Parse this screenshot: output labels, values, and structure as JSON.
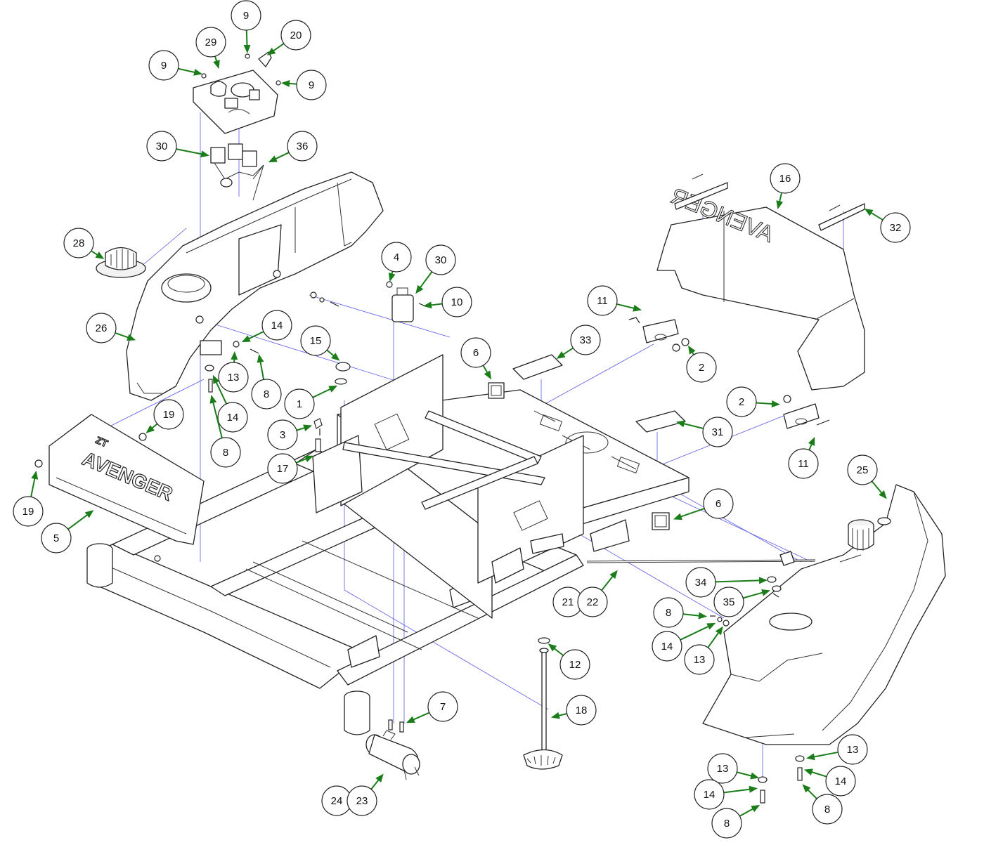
{
  "colors": {
    "leader": "#1a7d1a",
    "guide_line": "#5a5ae6",
    "outline": "#222222",
    "background": "#ffffff"
  },
  "decals": {
    "front_panel_brand": "AVENGER",
    "front_panel_series": "ZT",
    "seat_pan_text": "AVENGER"
  },
  "callouts": [
    {
      "id": "c9a",
      "label": "9"
    },
    {
      "id": "c9b",
      "label": "9"
    },
    {
      "id": "c9c",
      "label": "9"
    },
    {
      "id": "c20",
      "label": "20"
    },
    {
      "id": "c29",
      "label": "29"
    },
    {
      "id": "c30a",
      "label": "30"
    },
    {
      "id": "c36",
      "label": "36"
    },
    {
      "id": "c28",
      "label": "28"
    },
    {
      "id": "c26",
      "label": "26"
    },
    {
      "id": "c14a",
      "label": "14"
    },
    {
      "id": "c13a",
      "label": "13"
    },
    {
      "id": "c8a",
      "label": "8"
    },
    {
      "id": "c14b",
      "label": "14"
    },
    {
      "id": "c8b",
      "label": "8"
    },
    {
      "id": "c15",
      "label": "15"
    },
    {
      "id": "c1",
      "label": "1"
    },
    {
      "id": "c4",
      "label": "4"
    },
    {
      "id": "c30b",
      "label": "30"
    },
    {
      "id": "c10",
      "label": "10"
    },
    {
      "id": "c19a",
      "label": "19"
    },
    {
      "id": "c19b",
      "label": "19"
    },
    {
      "id": "c5",
      "label": "5"
    },
    {
      "id": "c3",
      "label": "3"
    },
    {
      "id": "c17",
      "label": "17"
    },
    {
      "id": "c6a",
      "label": "6"
    },
    {
      "id": "c33",
      "label": "33"
    },
    {
      "id": "c11a",
      "label": "11"
    },
    {
      "id": "c2a",
      "label": "2"
    },
    {
      "id": "c16",
      "label": "16"
    },
    {
      "id": "c32",
      "label": "32"
    },
    {
      "id": "c2b",
      "label": "2"
    },
    {
      "id": "c31",
      "label": "31"
    },
    {
      "id": "c11b",
      "label": "11"
    },
    {
      "id": "c25",
      "label": "25"
    },
    {
      "id": "c6b",
      "label": "6"
    },
    {
      "id": "c21",
      "label": "21"
    },
    {
      "id": "c22",
      "label": "22"
    },
    {
      "id": "c34",
      "label": "34"
    },
    {
      "id": "c35",
      "label": "35"
    },
    {
      "id": "c8c",
      "label": "8"
    },
    {
      "id": "c14c",
      "label": "14"
    },
    {
      "id": "c13b",
      "label": "13"
    },
    {
      "id": "c12",
      "label": "12"
    },
    {
      "id": "c18",
      "label": "18"
    },
    {
      "id": "c7",
      "label": "7"
    },
    {
      "id": "c24",
      "label": "24"
    },
    {
      "id": "c23",
      "label": "23"
    },
    {
      "id": "c13c",
      "label": "13"
    },
    {
      "id": "c13d",
      "label": "13"
    },
    {
      "id": "c14d",
      "label": "14"
    },
    {
      "id": "c14e",
      "label": "14"
    },
    {
      "id": "c8d",
      "label": "8"
    },
    {
      "id": "c8e",
      "label": "8"
    }
  ]
}
